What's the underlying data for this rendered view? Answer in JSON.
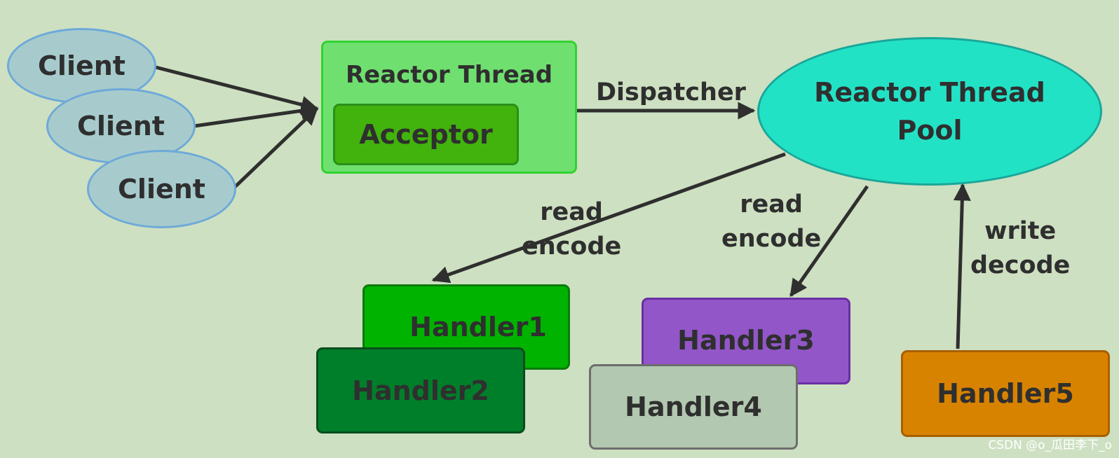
{
  "clients": [
    {
      "label": "Client"
    },
    {
      "label": "Client"
    },
    {
      "label": "Client"
    }
  ],
  "reactor_thread": {
    "title": "Reactor Thread",
    "acceptor": "Acceptor"
  },
  "dispatcher_label": "Dispatcher",
  "thread_pool": {
    "line1": "Reactor Thread",
    "line2": "Pool"
  },
  "edge_labels": {
    "left": {
      "line1": "read",
      "line2": "encode"
    },
    "middle": {
      "line1": "read",
      "line2": "encode"
    },
    "right": {
      "line1": "write",
      "line2": "decode"
    }
  },
  "handlers": {
    "h1": "Handler1",
    "h2": "Handler2",
    "h3": "Handler3",
    "h4": "Handler4",
    "h5": "Handler5"
  },
  "watermark": "CSDN @o_瓜田李下_o",
  "colors": {
    "background": "#cde0c1",
    "client_fill": "#a7cbcc",
    "client_border": "#6ea9d9",
    "reactor_fill": "#6fe070",
    "acceptor_fill": "#41b30c",
    "pool_fill": "#22e2c6",
    "handler1": "#00b300",
    "handler2": "#007f2a",
    "handler3": "#9256c8",
    "handler4": "#b3c8b0",
    "handler5": "#d88300",
    "arrow": "#2f2f2f"
  }
}
